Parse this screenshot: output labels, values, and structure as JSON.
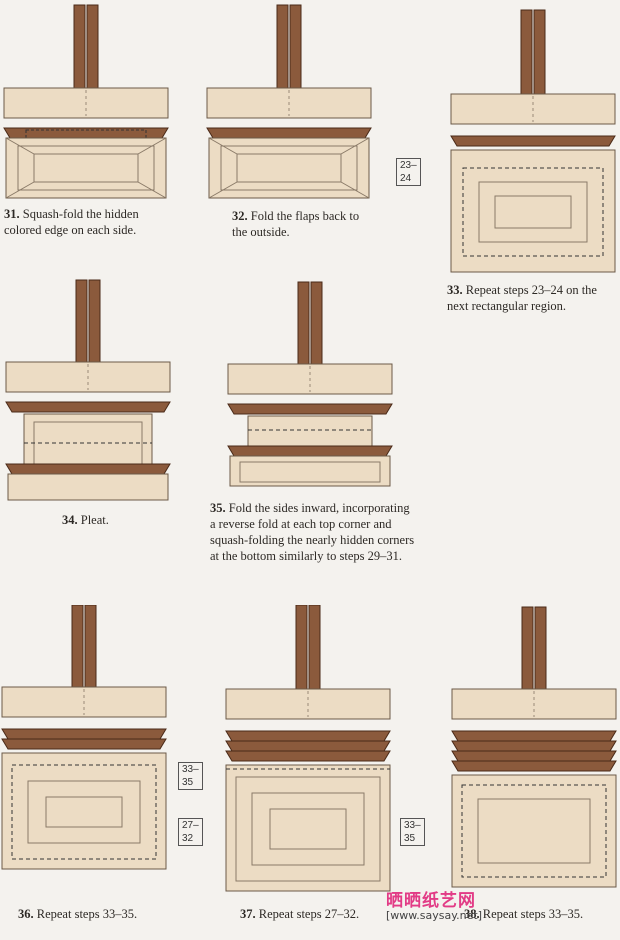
{
  "steps": [
    {
      "num": "31.",
      "text": "Squash-fold the hidden colored edge on each side."
    },
    {
      "num": "32.",
      "text": "Fold the flaps back to the outside."
    },
    {
      "num": "33.",
      "text": "Repeat steps 23–24 on the next rectangular region."
    },
    {
      "num": "34.",
      "text": "Pleat."
    },
    {
      "num": "35.",
      "text": "Fold the sides inward, incorporating a reverse fold at each top corner and squash-folding the nearly hidden corners at the bottom similarly to steps 29–31."
    },
    {
      "num": "36.",
      "text": "Repeat steps 33–35."
    },
    {
      "num": "37.",
      "text": "Repeat steps 27–32."
    },
    {
      "num": "38.",
      "text": "Repeat steps 33–35."
    }
  ],
  "refs": {
    "step33": "23–24",
    "step36": "33–35",
    "step37": "27–32",
    "step38": "33–35"
  },
  "watermark": {
    "title": "晒晒纸艺网",
    "url": "[www.saysay.net]"
  },
  "colors": {
    "paper": "#ecdcc4",
    "wood": "#8b5a3c",
    "bg": "#f4f2ee"
  }
}
